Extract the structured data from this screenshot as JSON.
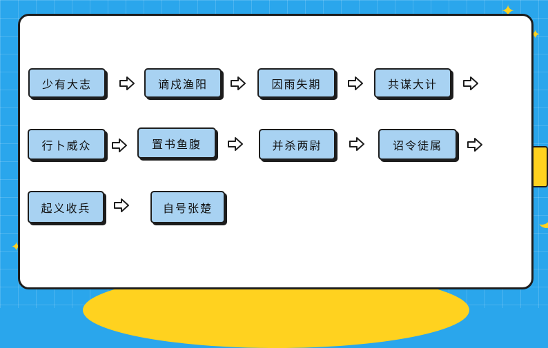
{
  "flow": {
    "rows": [
      [
        "少有大志",
        "谪戍渔阳",
        "因雨失期",
        "共谋大计"
      ],
      [
        "行卜威众",
        "置书鱼腹",
        "并杀两尉",
        "诏令徒属"
      ],
      [
        "起义收兵",
        "自号张楚"
      ]
    ]
  },
  "decor": {
    "icons": [
      "star-icon",
      "moon-icon",
      "arrow-right-icon"
    ],
    "colors": {
      "background": "#2aa6ec",
      "card": "#ffffff",
      "node": "#a8d2f2",
      "accent": "#ffd21f",
      "outline": "#1d1d1d"
    }
  }
}
